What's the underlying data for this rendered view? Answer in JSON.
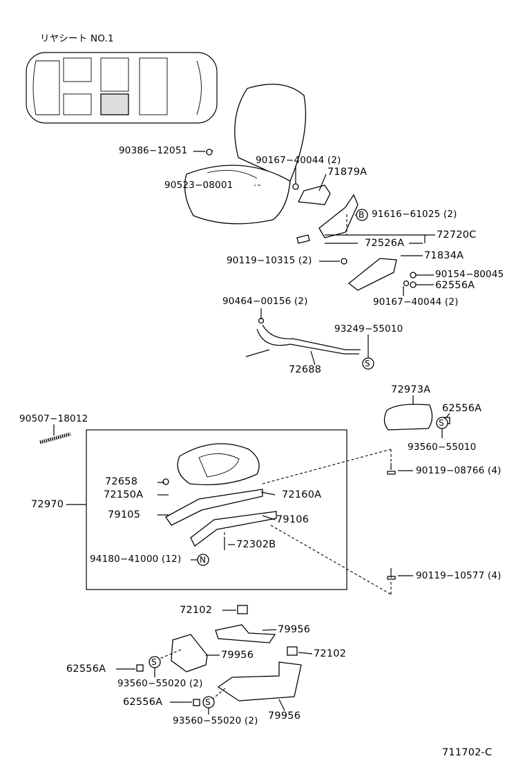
{
  "diagram": {
    "title": "リヤシート NO.1",
    "figure_code": "711702-C",
    "callouts": {
      "s1": "S",
      "s2": "S",
      "s3": "S",
      "s4": "S",
      "n1": "N",
      "b1": "B"
    },
    "labels": {
      "l_90386": "90386−12051",
      "l_90167a": "90167−40044 (2)",
      "l_71879a": "71879A",
      "l_90523": "90523−08001",
      "l_91616": "91616−61025 (2)",
      "l_72720c": "72720C",
      "l_72526a": "72526A",
      "l_71834a": "71834A",
      "l_90119_10315": "90119−10315 (2)",
      "l_90154": "90154−80045",
      "l_62556a_1": "62556A",
      "l_90167b": "90167−40044 (2)",
      "l_90464": "90464−00156 (2)",
      "l_93249": "93249−55010",
      "l_72688": "72688",
      "l_72973a": "72973A",
      "l_62556a_2": "62556A",
      "l_93560_55010": "93560−55010",
      "l_90507": "90507−18012",
      "l_90119_08766": "90119−08766 (4)",
      "l_72658": "72658",
      "l_72150a": "72150A",
      "l_72160a": "72160A",
      "l_72970": "72970",
      "l_79105": "79105",
      "l_79106": "79106",
      "l_72302b": "72302B",
      "l_94180": "94180−41000 (12)",
      "l_90119_10577": "90119−10577 (4)",
      "l_72102a": "72102",
      "l_79956a": "79956",
      "l_79956b": "79956",
      "l_72102b": "72102",
      "l_62556a_3": "62556A",
      "l_93560_55020a": "93560−55020 (2)",
      "l_62556a_4": "62556A",
      "l_79956c": "79956",
      "l_93560_55020b": "93560−55020 (2)"
    }
  }
}
